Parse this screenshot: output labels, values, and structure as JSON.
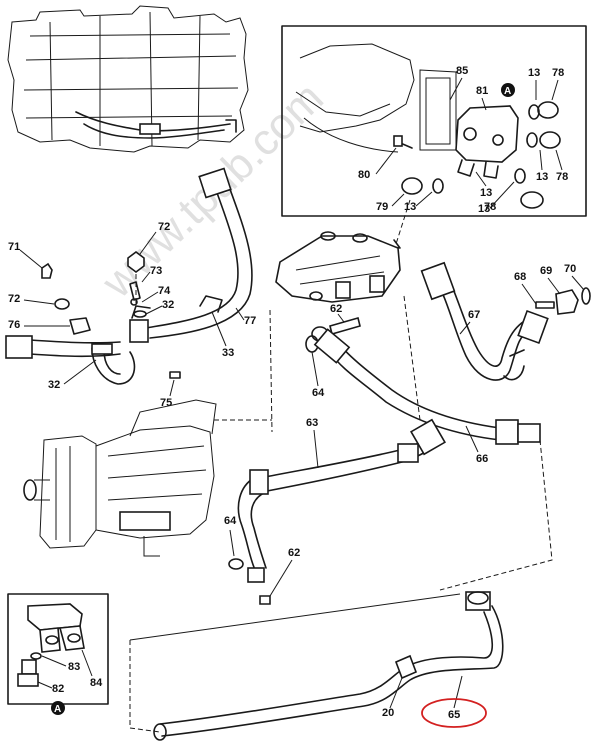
{
  "watermark": "www.tpub.com",
  "highlight_color": "#d32020",
  "detail_flag": "A",
  "callouts": {
    "c_85": "85",
    "c_13a": "13",
    "c_78a": "78",
    "c_81": "81",
    "c_80": "80",
    "c_13b": "13",
    "c_13c": "13",
    "c_78b": "78",
    "c_79": "79",
    "c_13d": "13",
    "c_13e": "13",
    "c_78c": "78",
    "c_72a": "72",
    "c_73": "73",
    "c_74": "74",
    "c_32a": "32",
    "c_77": "77",
    "c_71": "71",
    "c_72b": "72",
    "c_76": "76",
    "c_33": "33",
    "c_32b": "32",
    "c_75": "75",
    "c_62a": "62",
    "c_64a": "64",
    "c_68": "68",
    "c_69": "69",
    "c_70": "70",
    "c_67": "67",
    "c_63": "63",
    "c_66": "66",
    "c_64b": "64",
    "c_62b": "62",
    "c_83": "83",
    "c_84": "84",
    "c_82": "82",
    "c_20": "20",
    "c_65": "65"
  }
}
